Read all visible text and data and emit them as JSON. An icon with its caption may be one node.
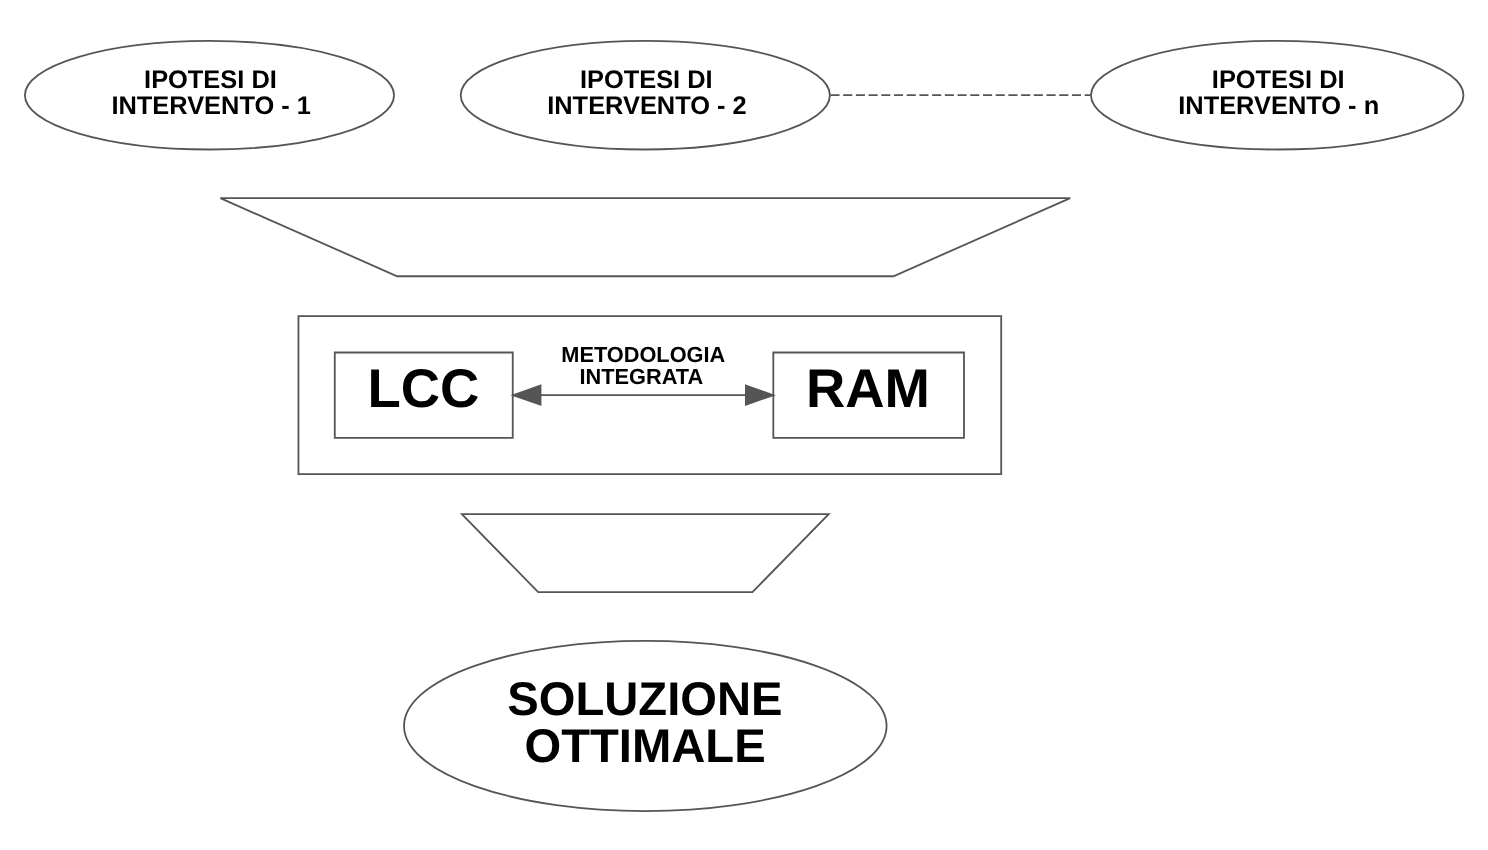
{
  "diagram": {
    "nodes": [
      {
        "text": [
          "IPOTESI DI INTERVENTO - 1"
        ]
      },
      {
        "text": [
          "IPOTESI DI INTERVENTO - 2"
        ]
      },
      {
        "text": [
          "IPOTESI DI INTERVENTO - n"
        ]
      },
      {
        "text": [],
        "shape": "trapezoid"
      },
      {
        "text": [],
        "shape": "box"
      },
      {
        "text": [
          "LCC"
        ],
        "in": 4
      },
      {
        "text": [
          "RAM"
        ],
        "in": 4
      },
      {
        "text": [],
        "shape": "trapezoid"
      },
      {
        "text": [
          "SOLUZIONE OTTIMALE"
        ]
      }
    ],
    "edges": [
      {
        "from": 1,
        "to": 2,
        "arrow": "none",
        "style": "dashed"
      },
      {
        "from": 5,
        "to": 6,
        "arrow": "both",
        "label": "METODOLOGIA INTEGRATA"
      }
    ]
  }
}
